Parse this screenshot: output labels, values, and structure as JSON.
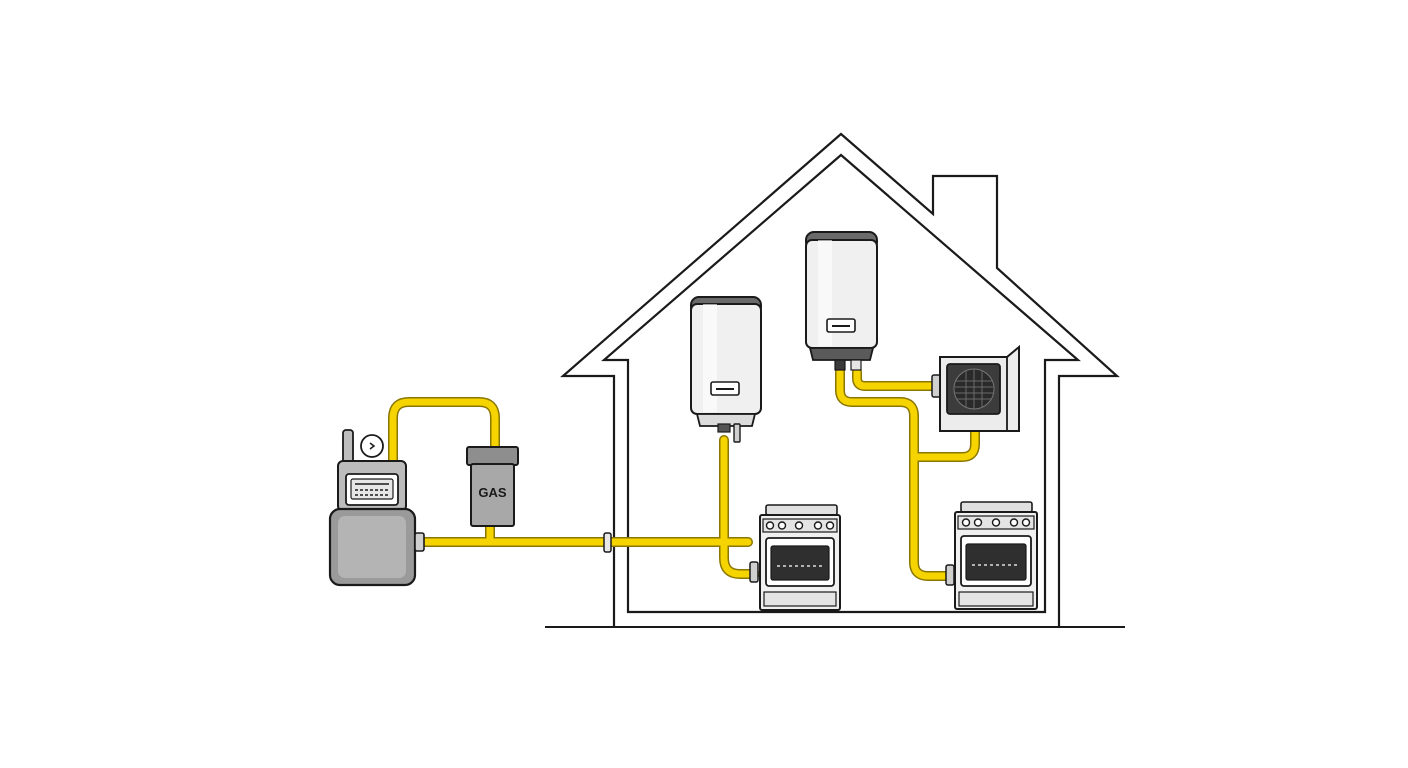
{
  "diagram": {
    "regulator_label": "GAS",
    "colors": {
      "gas_pipe": "#f5d400",
      "pipe_outline": "#8a7600",
      "appliance_body": "#f0f0f0",
      "meter_body": "#9a9a9a",
      "outline": "#1a1a1a"
    },
    "components": [
      {
        "id": "gas-meter",
        "icon": "gas-meter-icon"
      },
      {
        "id": "gas-regulator",
        "icon": "gas-regulator-icon"
      },
      {
        "id": "water-heater-1",
        "icon": "water-heater-icon"
      },
      {
        "id": "water-heater-2",
        "icon": "water-heater-icon"
      },
      {
        "id": "furnace",
        "icon": "furnace-icon"
      },
      {
        "id": "stove-1",
        "icon": "gas-stove-icon"
      },
      {
        "id": "stove-2",
        "icon": "gas-stove-icon"
      }
    ]
  }
}
